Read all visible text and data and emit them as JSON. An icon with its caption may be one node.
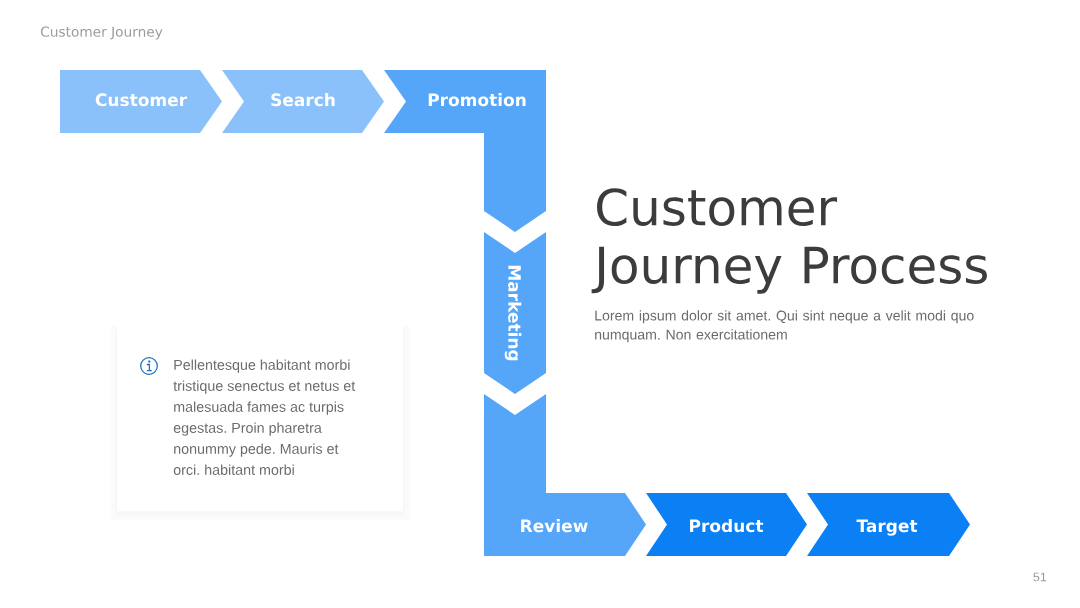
{
  "diagram": {
    "title": "Customer Journey Process",
    "nodes": [
      {
        "text": [
          "Customer"
        ]
      },
      {
        "text": [
          "Search"
        ]
      },
      {
        "text": [
          "Promotion"
        ]
      },
      {
        "text": [
          "Marketing"
        ]
      },
      {
        "text": [
          "Review"
        ]
      },
      {
        "text": [
          "Product"
        ]
      },
      {
        "text": [
          "Target"
        ]
      },
      {
        "text": [
          "Pellentesque habitant morbi tristique senectus et netus et malesuada fames ac turpis egestas. Proin pharetra nonummy pede. Mauris et orci. habitant morbi"
        ]
      }
    ],
    "labels": [
      "Customer Journey",
      "Lorem ipsum dolor sit amet. Qui sint neque a velit modi quo numquam. Non exercitationem",
      "51"
    ]
  }
}
